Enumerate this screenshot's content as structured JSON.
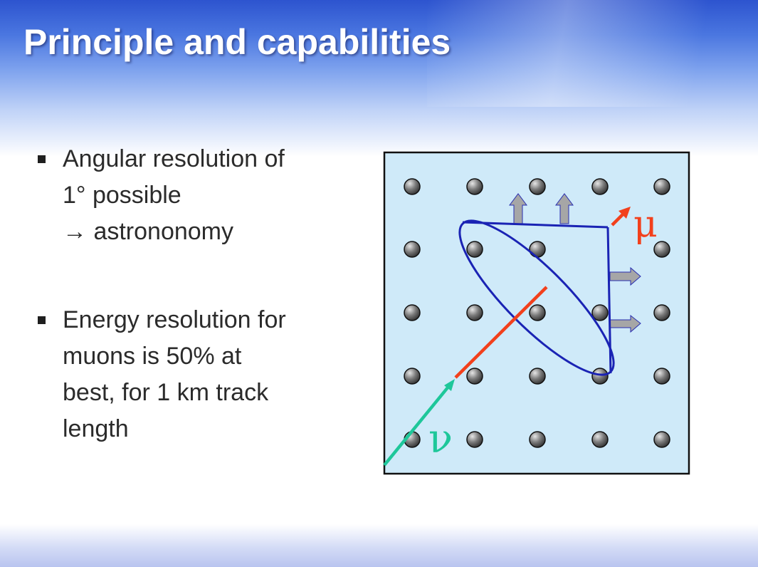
{
  "slide": {
    "title": "Principle and capabilities",
    "bullets": [
      {
        "lines": [
          "Angular resolution of",
          "1° possible",
          "→ astrononomy"
        ]
      },
      {
        "lines": [
          "Energy resolution for",
          "muons is 50% at",
          "best, for 1 km track",
          "length"
        ]
      }
    ]
  },
  "diagram": {
    "muon_symbol": "μ",
    "neutrino_symbol": "ν",
    "colors": {
      "panel_fill": "#cfeaf9",
      "muon_track": "#f2401c",
      "neutrino_track": "#1ec79a",
      "cone": "#1a23b4",
      "arrows": "#a6a6a6"
    }
  }
}
